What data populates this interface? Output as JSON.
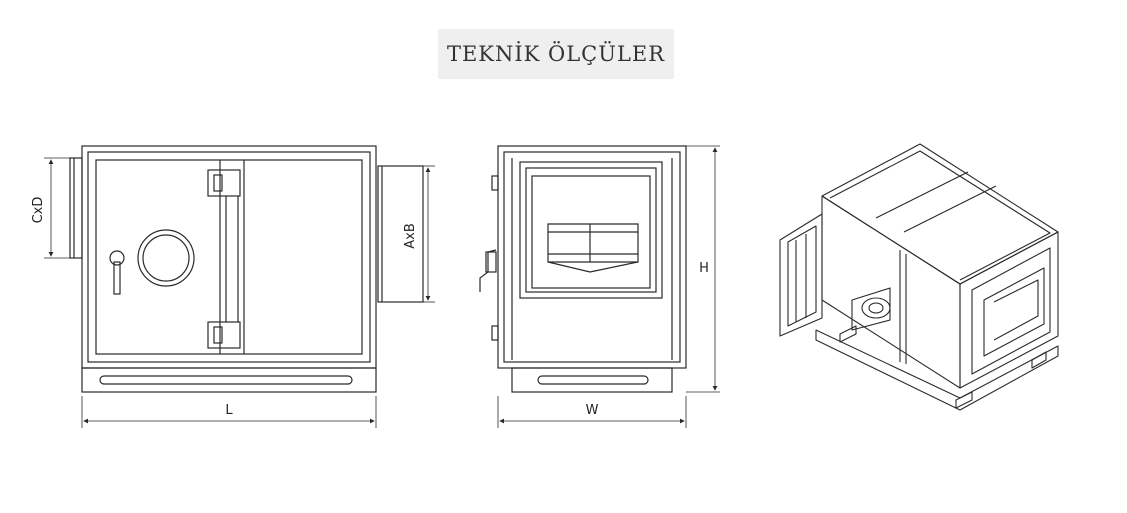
{
  "title": "TEKNİK ÖLÇÜLER",
  "dimensions": {
    "length": "L",
    "width": "W",
    "height": "H",
    "outlet": "AxB",
    "inlet": "CxD"
  },
  "colors": {
    "line": "#2a2a2a",
    "title_bg": "#efefef",
    "title_text": "#333333"
  }
}
